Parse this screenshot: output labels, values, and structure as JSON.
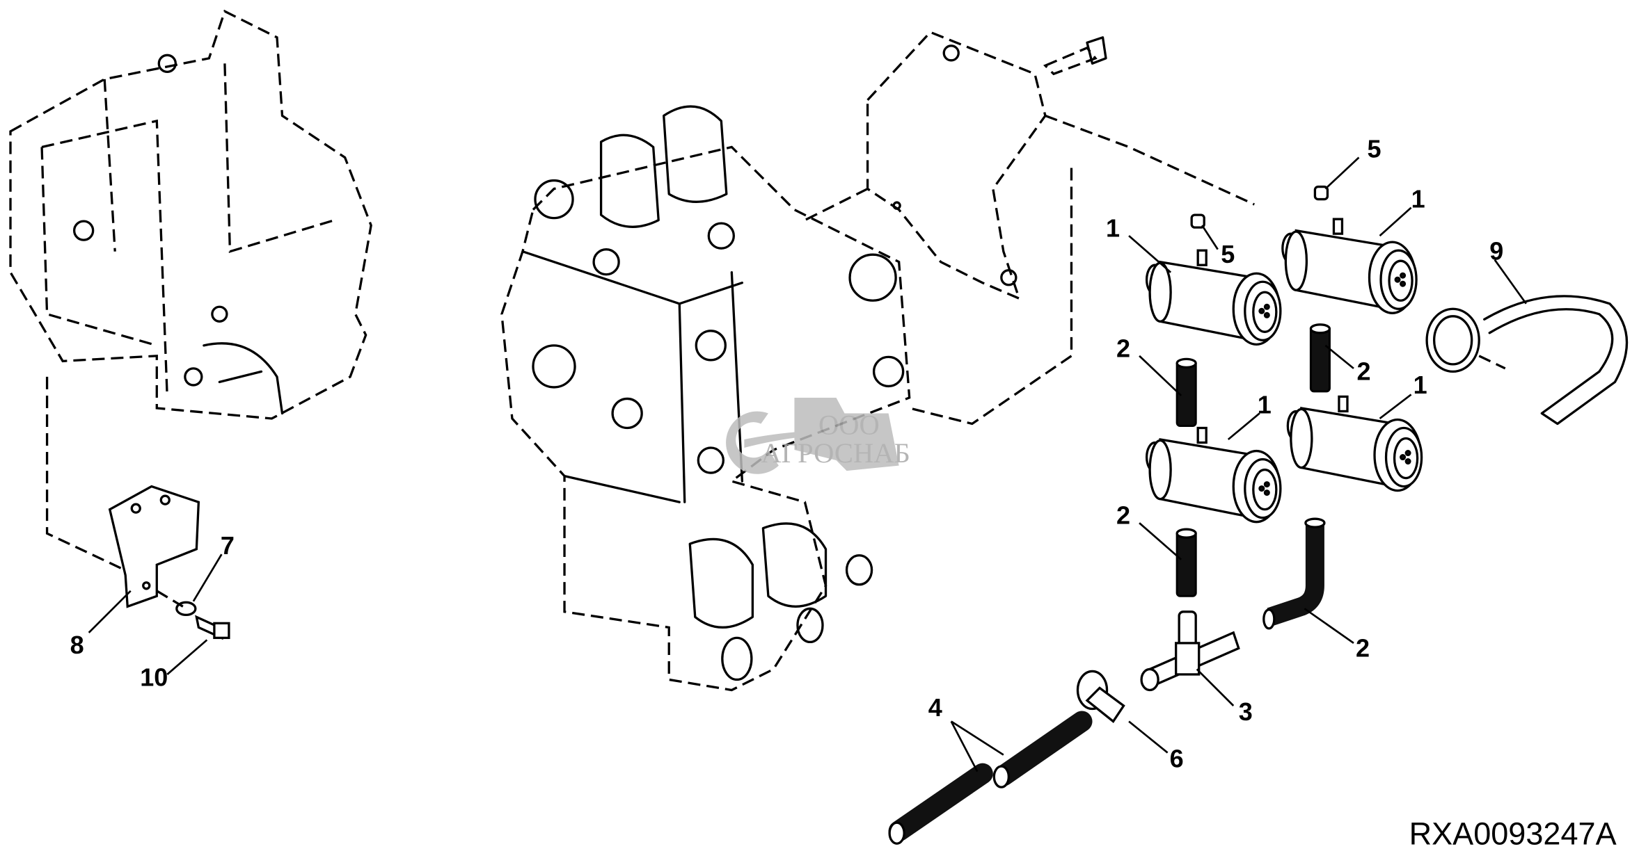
{
  "diagram": {
    "reference_code": "RXA0093247A",
    "watermark": {
      "prefix": "ООО",
      "name": "АГРОСНАБ"
    },
    "callouts": [
      "5",
      "1",
      "1",
      "5",
      "9",
      "2",
      "2",
      "1",
      "1",
      "2",
      "7",
      "2",
      "8",
      "3",
      "10",
      "4",
      "6"
    ]
  }
}
